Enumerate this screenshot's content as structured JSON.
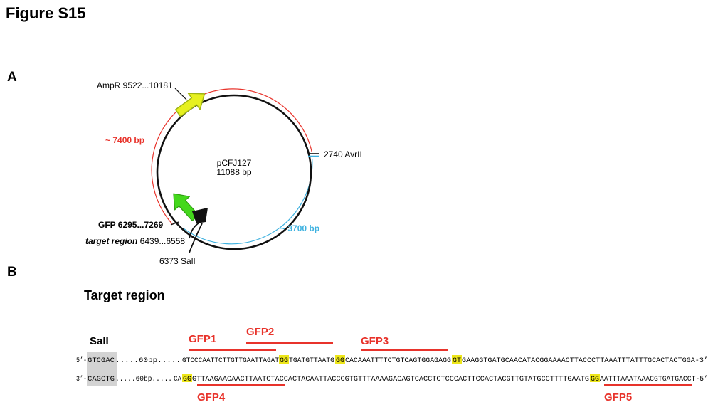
{
  "figure_title": "Figure S15",
  "panel_a": {
    "label": "A",
    "plasmid": {
      "name": "pCFJ127",
      "size": "11088 bp"
    },
    "features": {
      "ampr": "AmpR 9522...10181",
      "avrii": "2740 AvrII",
      "gfp": "GFP 6295...7269",
      "target_region_italic": "target region",
      "target_region_range": " 6439...6558",
      "sali": "6373 SalI"
    },
    "arcs": {
      "red_label": "~ 7400 bp",
      "blue_label": "~ 3700 bp"
    },
    "colors": {
      "red": "#e8332b",
      "blue": "#3fb2e0",
      "yellow": "#e6f020",
      "green": "#44d81c",
      "dark": "#111111"
    }
  },
  "panel_b": {
    "label": "B",
    "title": "Target region",
    "sali_label": "SalI",
    "top_strand": {
      "prefix": "5’-",
      "site": "GTCGAC",
      "gap": ".....60bp.....",
      "seq_a": "GTCCCAATTCTTGTTGAATTAGAT",
      "hl_1": "GG",
      "seq_b": "TGATGTTAATG",
      "hl_2": "GG",
      "seq_c": "CACAAATTTTCTGTCAGTGGAGAGG",
      "hl_3": "GT",
      "seq_d": "GAAGGTGATGCAACATACGGAAAACTTACCCTTAAATTTATTTGCACTACTGGA-3’"
    },
    "bottom_strand": {
      "prefix": "3’-",
      "site": "CAGCTG",
      "gap": ".....60bp.....",
      "seq_a": "CA",
      "hl_1": "GG",
      "seq_b": "GTTAAGAACAACTTAATCTACCACTACAATTACCCGTGTTTAAAAGACAGTCACCTCTCCCACTTCCACTACGTTGTATGCCTTTTGAATG",
      "hl_2": "GG",
      "seq_c": "AATTTAAATAAACGTGATGACCT-5’"
    },
    "guides": [
      "GFP1",
      "GFP2",
      "GFP3",
      "GFP4",
      "GFP5"
    ]
  }
}
